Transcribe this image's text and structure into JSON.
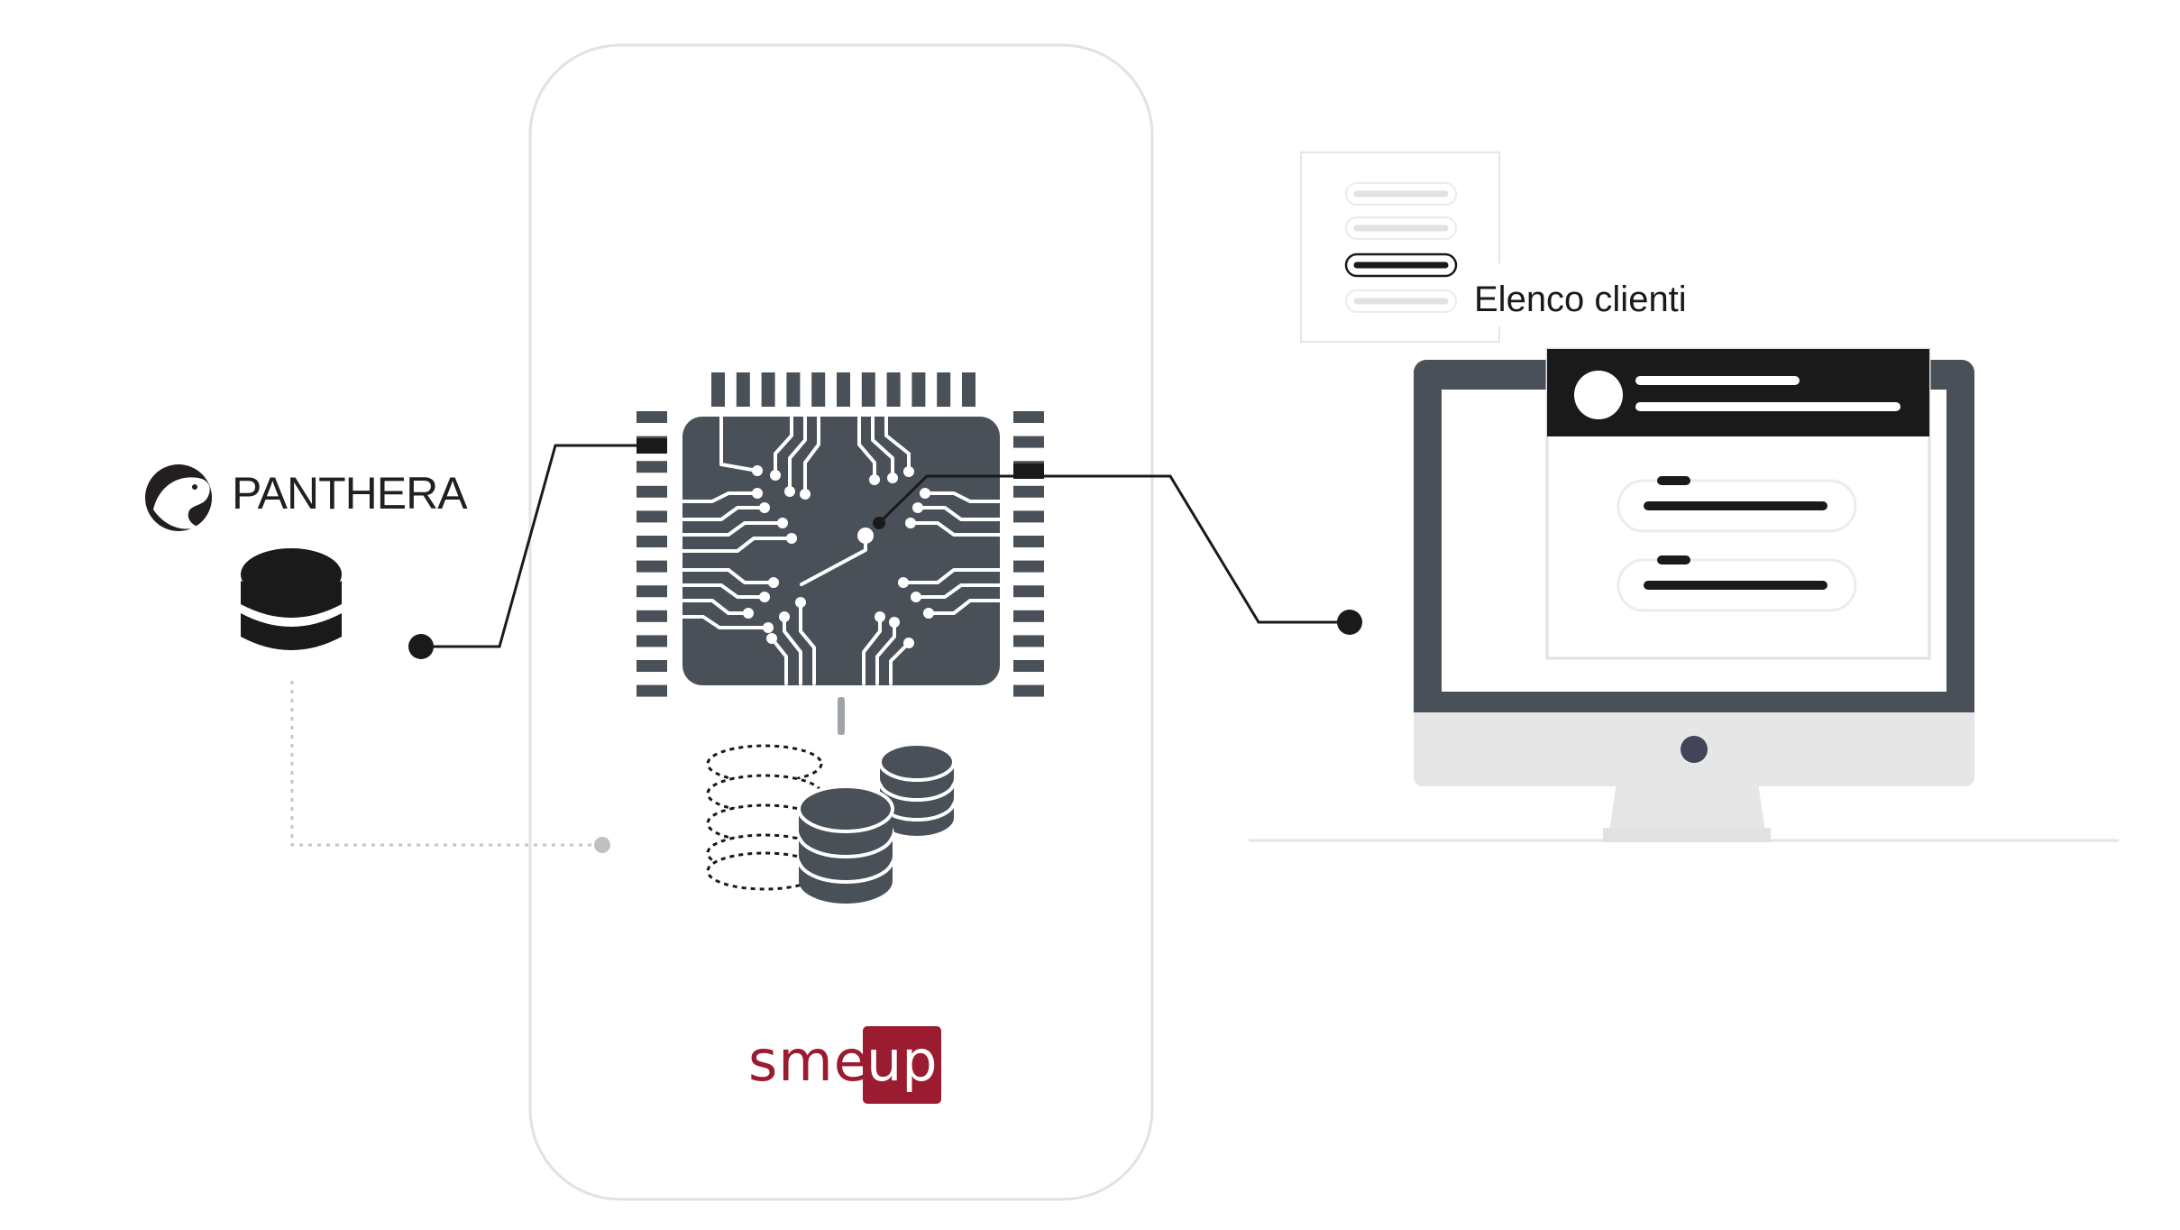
{
  "source": {
    "name": "PANTHERA"
  },
  "screen": {
    "caption": "Elenco clienti"
  },
  "platform": {
    "logo_part1": "sme",
    "logo_part2": "up"
  },
  "colors": {
    "chip": "#4a5058",
    "line": "#1a1a1a",
    "brand": "#9b1b30",
    "panel_border": "#e2e2e2",
    "dotted": "#c8c8c8",
    "monitor_stand": "#e6e6e6"
  },
  "icons": [
    "panther-icon",
    "database-icon",
    "chip-icon",
    "database-stack-icon",
    "monitor-icon",
    "document-icon"
  ]
}
